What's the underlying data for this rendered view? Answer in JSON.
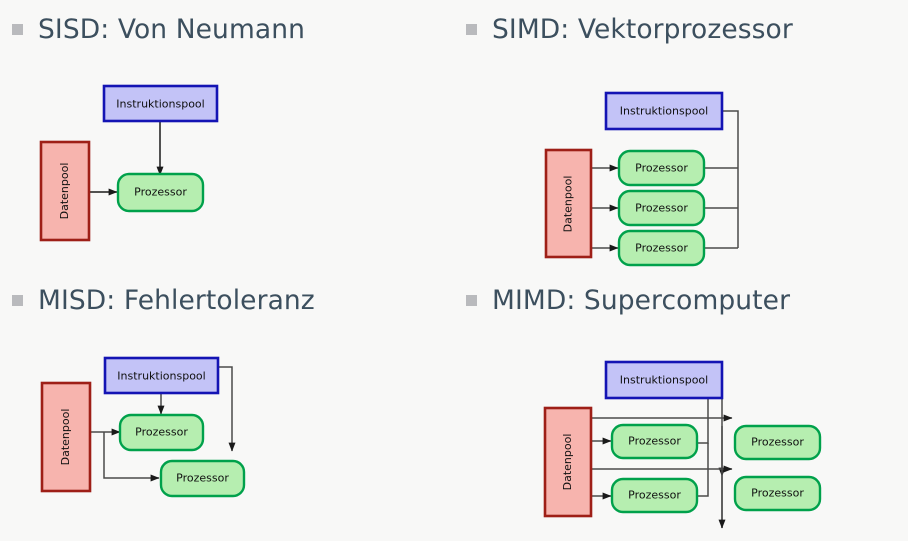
{
  "slide": {
    "background_color": "#f8f8f7",
    "bullet_color": "#b9babd",
    "heading_color": "#3c4f5e"
  },
  "palette": {
    "instruction_pool_fill": "#c3c3f7",
    "instruction_pool_border": "#1414b4",
    "data_pool_fill": "#f7b4ae",
    "data_pool_border": "#9e1f17",
    "processor_fill": "#b6eeb0",
    "processor_border": "#00a14b",
    "edge_color": "#4a4a4a"
  },
  "quadrants": [
    {
      "id": "sisd",
      "heading": "SISD: Von Neumann",
      "instruction_pool_label": "Instruktionspool",
      "data_pool_label": "Datenpool",
      "processor_labels": [
        "Prozessor"
      ],
      "processor_count": 1
    },
    {
      "id": "simd",
      "heading": "SIMD: Vektorprozessor",
      "instruction_pool_label": "Instruktionspool",
      "data_pool_label": "Datenpool",
      "processor_labels": [
        "Prozessor",
        "Prozessor",
        "Prozessor"
      ],
      "processor_count": 3
    },
    {
      "id": "misd",
      "heading": "MISD: Fehlertoleranz",
      "instruction_pool_label": "Instruktionspool",
      "data_pool_label": "Datenpool",
      "processor_labels": [
        "Prozessor",
        "Prozessor"
      ],
      "processor_count": 2
    },
    {
      "id": "mimd",
      "heading": "MIMD: Supercomputer",
      "instruction_pool_label": "Instruktionspool",
      "data_pool_label": "Datenpool",
      "processor_labels": [
        "Prozessor",
        "Prozessor",
        "Prozessor",
        "Prozessor"
      ],
      "processor_count": 4
    }
  ]
}
